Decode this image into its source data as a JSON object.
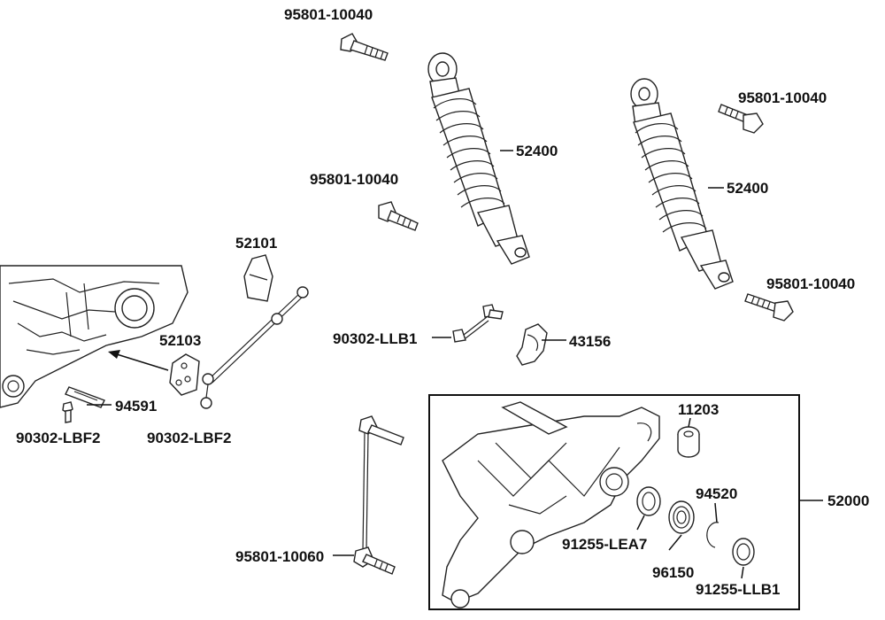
{
  "diagram": {
    "labels": {
      "bolt_top": "95801-10040",
      "bolt_mid_left": "95801-10040",
      "bolt_top_right": "95801-10040",
      "bolt_lower_right": "95801-10040",
      "shock_left": "52400",
      "shock_right": "52400",
      "cover": "52101",
      "plate": "52103",
      "pad": "94591",
      "screw_left": "90302-LBF2",
      "screw_mid": "90302-LBF2",
      "screw_link": "90302-LLB1",
      "clamp": "43156",
      "bushing": "11203",
      "circlip": "94520",
      "swingarm_assy": "52000",
      "seal_a": "91255-LEA7",
      "bearing": "96150",
      "seal_b": "91255-LLB1",
      "long_bolt": "95801-10060"
    }
  }
}
